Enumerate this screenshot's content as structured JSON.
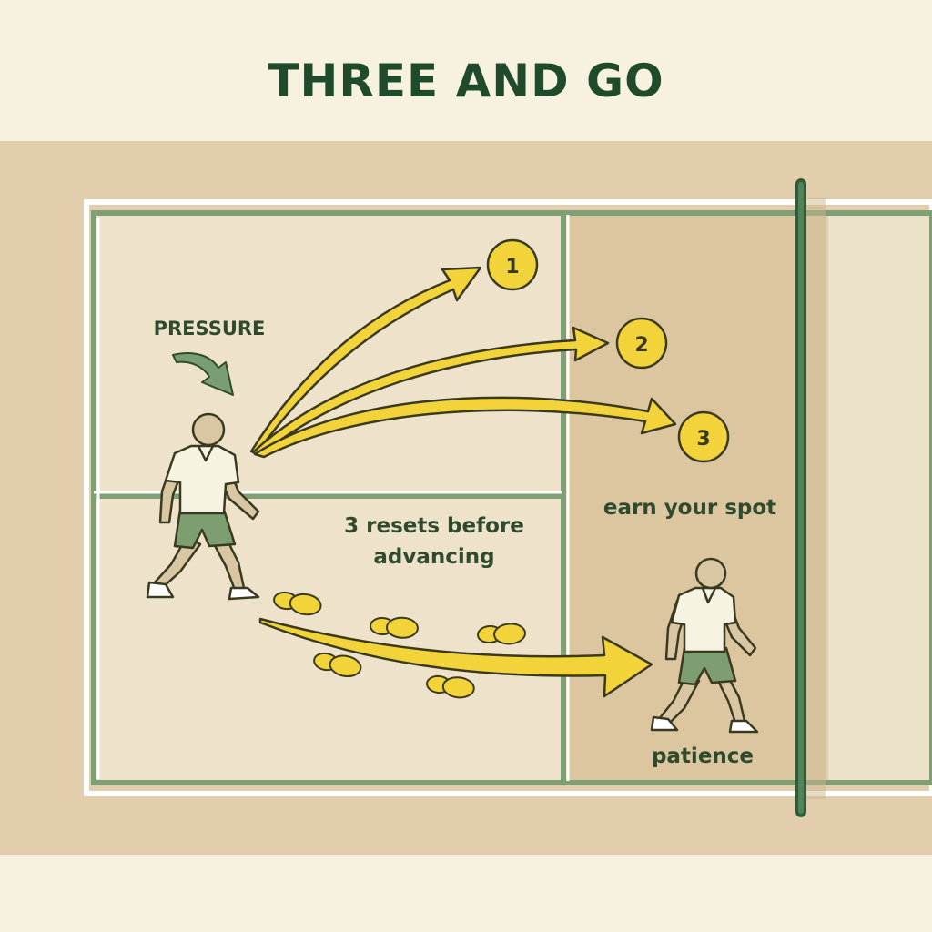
{
  "title": "THREE AND GO",
  "labels": {
    "pressure": "PRESSURE",
    "resets_line1": "3 resets before",
    "resets_line2": "advancing",
    "earn_spot": "earn your spot",
    "patience": "patience"
  },
  "targets": [
    {
      "number": "1"
    },
    {
      "number": "2"
    },
    {
      "number": "3"
    }
  ],
  "colors": {
    "background": "#f7f1df",
    "court_band": "#e2ceac",
    "court_light": "#eee3ca",
    "kitchen": "#dcc6a0",
    "court_line": "#7f9f75",
    "net": "#2f5c38",
    "title": "#1f4a2c",
    "arrow_yellow": "#f2d339",
    "arrow_outline": "#3a3a20",
    "skin": "#d9c6a2",
    "shirt": "#f7f3e3",
    "shorts": "#7c9e70"
  },
  "icons": [
    "pressure-arrow-icon",
    "footprint-icon",
    "player-figure-icon"
  ]
}
